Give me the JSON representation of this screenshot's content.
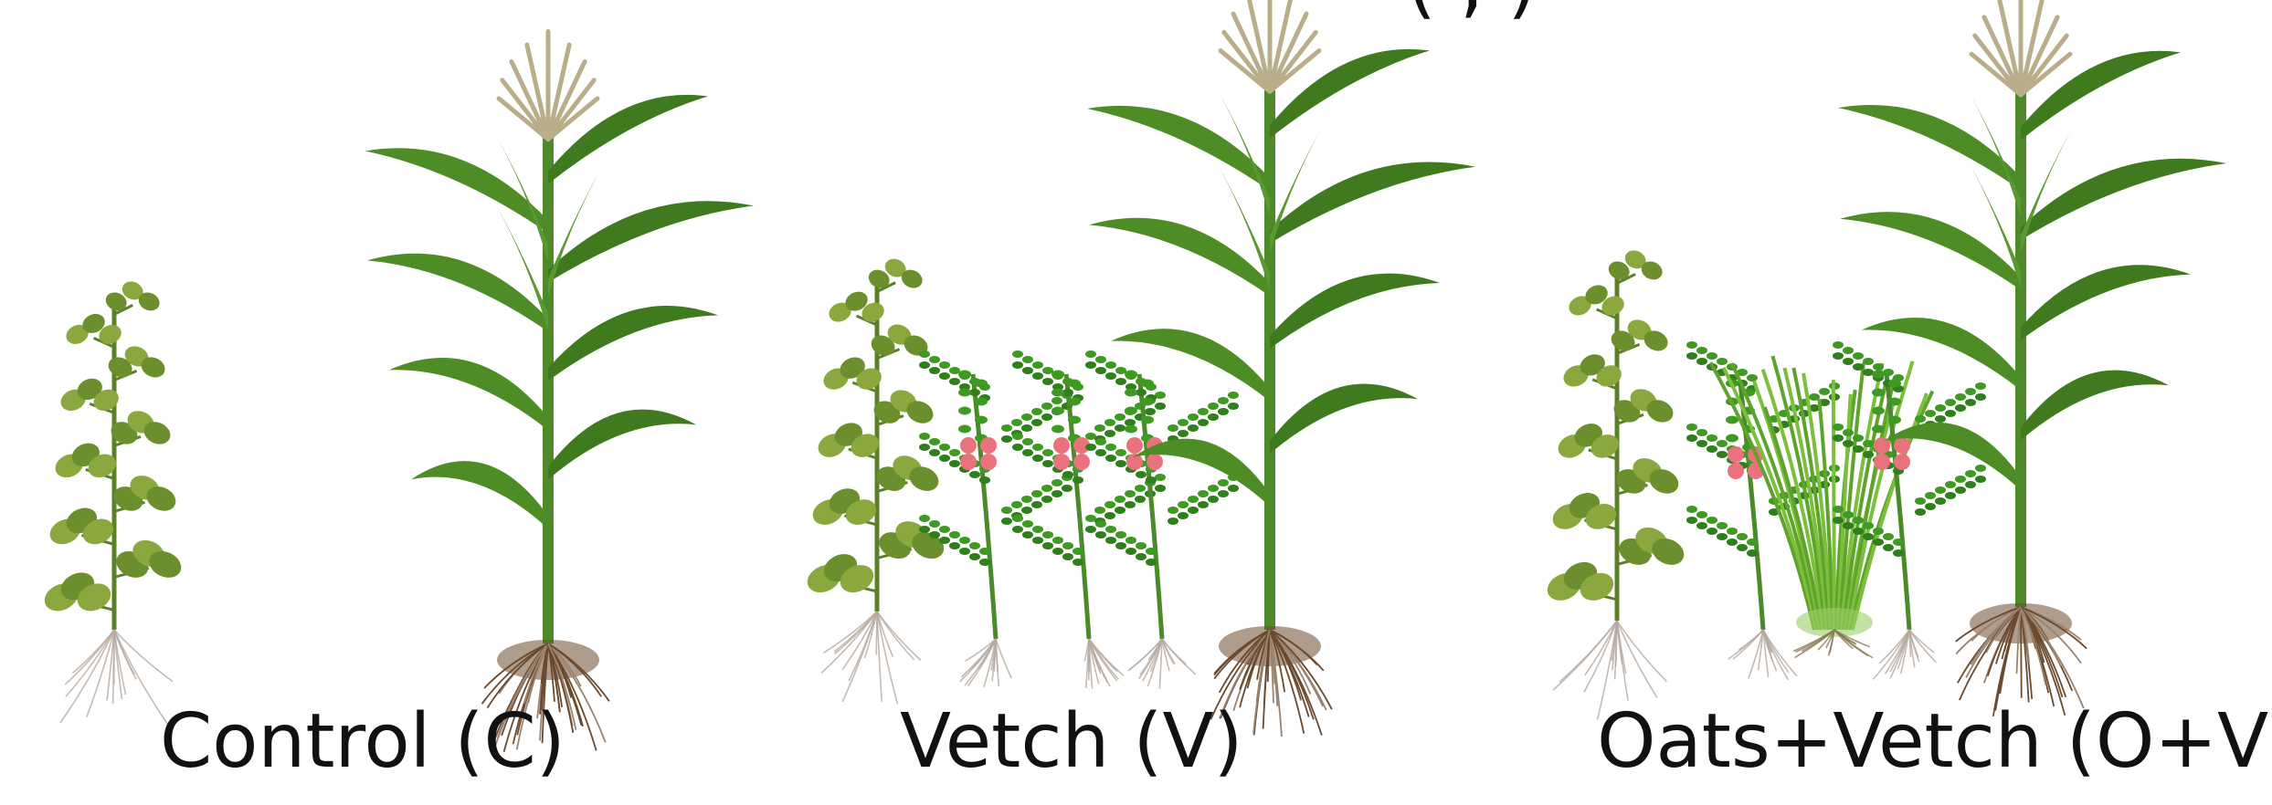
{
  "title_fragment": "( , )",
  "panels": [
    {
      "label": "Control (C)",
      "plants": [
        "soybean",
        "maize"
      ]
    },
    {
      "label": "Vetch (V)",
      "plants": [
        "soybean",
        "vetch",
        "vetch",
        "vetch",
        "maize"
      ]
    },
    {
      "label": "Oats+Vetch (O+V)",
      "plants": [
        "soybean",
        "vetch",
        "oats",
        "vetch",
        "maize"
      ]
    }
  ],
  "colors": {
    "leaf_dark": "#3f7a1e",
    "leaf_light": "#7fae3a",
    "soy_leaf": "#6b8f2c",
    "vetch_leaf": "#3e9a22",
    "flower": "#e8737c",
    "tassel": "#b9ad8a",
    "root": "#6b4a2e",
    "fine_root": "#b7aaa0"
  }
}
